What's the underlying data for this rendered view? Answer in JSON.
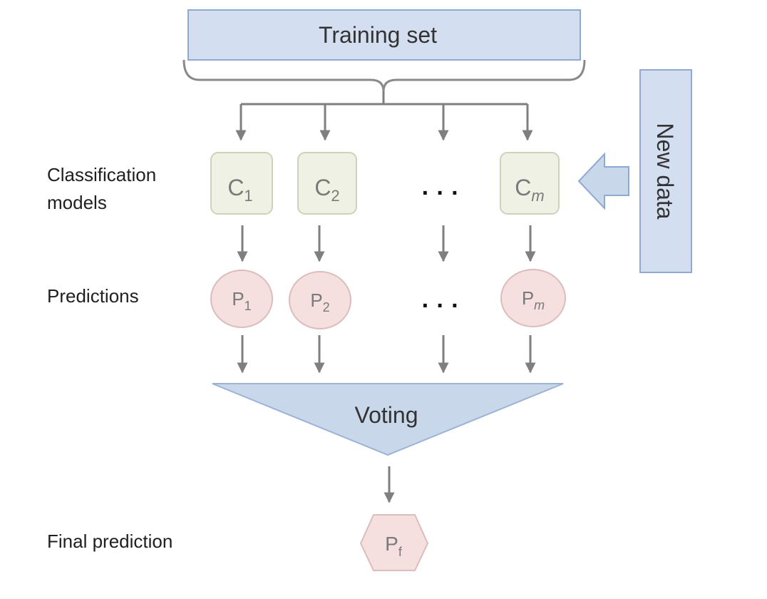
{
  "training_set": {
    "label": "Training set"
  },
  "new_data": {
    "label": "New data"
  },
  "row_labels": {
    "classification_1": "Classification",
    "classification_2": "models",
    "predictions": "Predictions",
    "final": "Final prediction"
  },
  "classifiers": [
    {
      "base": "C",
      "sub": "1",
      "italic": false
    },
    {
      "base": "C",
      "sub": "2",
      "italic": false
    },
    {
      "base": "C",
      "sub": "m",
      "italic": true
    }
  ],
  "predictions": [
    {
      "base": "P",
      "sub": "1",
      "italic": false
    },
    {
      "base": "P",
      "sub": "2",
      "italic": false
    },
    {
      "base": "P",
      "sub": "m",
      "italic": true
    }
  ],
  "ellipsis": "· · ·",
  "voting": {
    "label": "Voting"
  },
  "final_prediction": {
    "base": "P",
    "sub": "f"
  },
  "colors": {
    "blue_fill": "#d3dff0",
    "blue_stroke": "#8fa9d2",
    "classifier_fill": "#eef1e4",
    "classifier_stroke": "#cdd3bb",
    "prediction_fill": "#f5dfdf",
    "prediction_stroke": "#dcbcbc",
    "arrow": "#7f7f7f"
  }
}
